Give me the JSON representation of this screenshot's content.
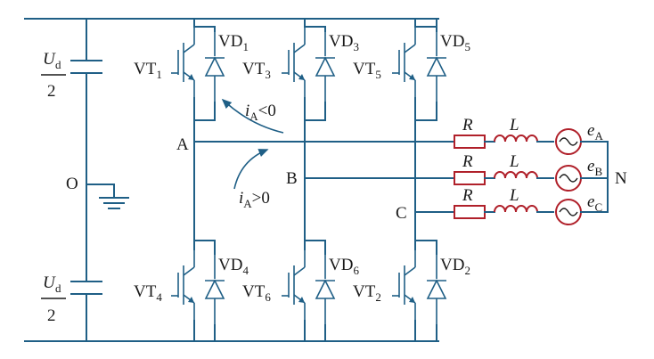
{
  "dc_source": {
    "upper": {
      "symbol": "U",
      "subscript": "d",
      "denominator": "2"
    },
    "lower": {
      "symbol": "U",
      "subscript": "d",
      "denominator": "2"
    },
    "midpoint": "O"
  },
  "switches": {
    "vt1": {
      "main": "VT",
      "sub": "1"
    },
    "vt3": {
      "main": "VT",
      "sub": "3"
    },
    "vt5": {
      "main": "VT",
      "sub": "5"
    },
    "vt4": {
      "main": "VT",
      "sub": "4"
    },
    "vt6": {
      "main": "VT",
      "sub": "6"
    },
    "vt2": {
      "main": "VT",
      "sub": "2"
    }
  },
  "diodes": {
    "vd1": {
      "main": "VD",
      "sub": "1"
    },
    "vd3": {
      "main": "VD",
      "sub": "3"
    },
    "vd5": {
      "main": "VD",
      "sub": "5"
    },
    "vd4": {
      "main": "VD",
      "sub": "4"
    },
    "vd6": {
      "main": "VD",
      "sub": "6"
    },
    "vd2": {
      "main": "VD",
      "sub": "2"
    }
  },
  "nodes": {
    "a": "A",
    "b": "B",
    "c": "C",
    "n": "N"
  },
  "currents": {
    "negative": {
      "symbol": "i",
      "subscript": "A",
      "relation": "<0"
    },
    "positive": {
      "symbol": "i",
      "subscript": "A",
      "relation": ">0"
    }
  },
  "loads": {
    "resistor": "R",
    "inductor": "L",
    "sources": [
      {
        "symbol": "e",
        "subscript": "A"
      },
      {
        "symbol": "e",
        "subscript": "B"
      },
      {
        "symbol": "e",
        "subscript": "C"
      }
    ]
  },
  "colors": {
    "wire": "#1f5f86",
    "component": "#b0202a",
    "text": "#1a1a1a"
  }
}
